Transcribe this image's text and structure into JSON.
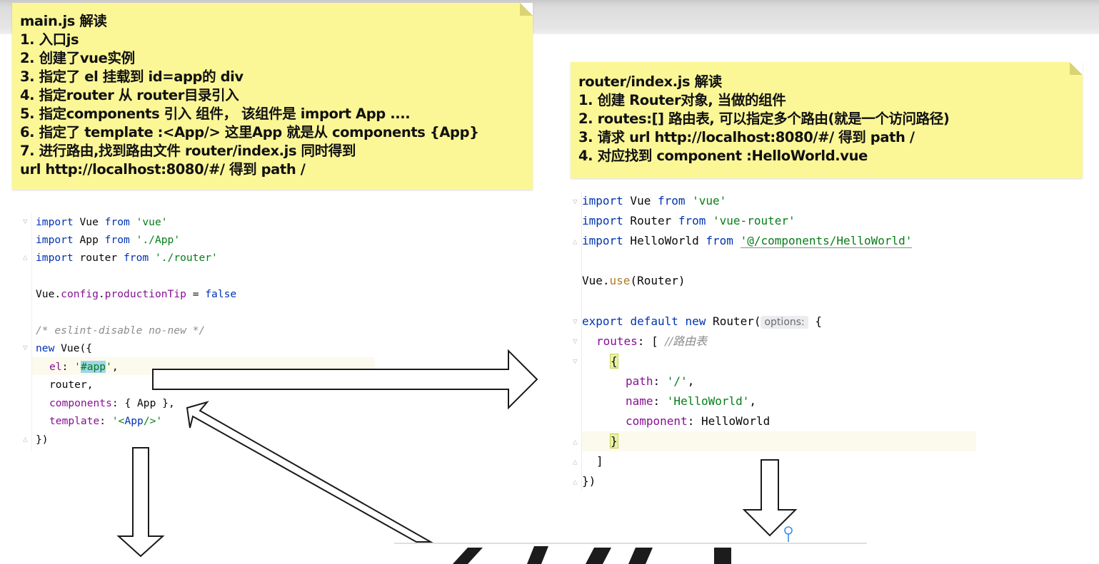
{
  "note_left": {
    "lines": [
      "main.js 解读",
      "1. 入口js",
      "2. 创建了vue实例",
      "3. 指定了 el  挂载到 id=app的 div",
      "4. 指定router  从 router目录引入",
      "5. 指定components 引入 组件， 该组件是 import  App ....",
      "6. 指定了 template :<App/> 这里App 就是从 components {App}",
      "7. 进行路由,找到路由文件  router/index.js 同时得到",
      "url http://localhost:8080/#/ 得到 path /"
    ]
  },
  "note_right": {
    "lines": [
      "router/index.js 解读",
      "1. 创建 Router对象, 当做的组件",
      "2. routes:[] 路由表, 可以指定多个路由(就是一个访问路径)",
      "3. 请求 url http://localhost:8080/#/ 得到 path /",
      "4. 对应找到 component :HelloWorld.vue"
    ]
  },
  "code_left": {
    "l1": {
      "kw": "import",
      "id": " Vue ",
      "from": "from",
      "str": " 'vue'"
    },
    "l2": {
      "kw": "import",
      "id": " App ",
      "from": "from",
      "str": " './App'"
    },
    "l3": {
      "kw": "import",
      "id": " router ",
      "from": "from",
      "str": " './router'"
    },
    "l4": {
      "a": "Vue.",
      "b": "config",
      "c": ".",
      "d": "productionTip",
      "e": " = ",
      "f": "false"
    },
    "l5": "/* eslint-disable no-new */",
    "l6": {
      "kw": "new",
      "rest": " Vue({"
    },
    "l7": {
      "prop": "el",
      "colon": ": ",
      "q1": "'",
      "hl": "#app",
      "q2": "'",
      "tail": ","
    },
    "l8": "router,",
    "l9": {
      "prop": "components",
      "rest": ": { App },"
    },
    "l10": {
      "prop": "template",
      "colon": ": ",
      "q1": "'<",
      "tag": "App",
      "q2": "/>'"
    },
    "l11": "})"
  },
  "code_right": {
    "l1": {
      "kw": "import",
      "id": " Vue ",
      "from": "from",
      "str": " 'vue'"
    },
    "l2": {
      "kw": "import",
      "id": " Router ",
      "from": "from",
      "str": " 'vue-router'"
    },
    "l3": {
      "kw": "import",
      "id": " HelloWorld ",
      "from": "from",
      "str": "'@/components/HelloWorld'"
    },
    "l4": {
      "a": "Vue.",
      "b": "use",
      "c": "(Router)"
    },
    "l5": {
      "kw1": "export",
      "sp1": " ",
      "kw2": "default",
      "sp2": " ",
      "kw3": "new",
      "rest": " Router(",
      "hint": "options:",
      "tail": " {"
    },
    "l6": {
      "prop": "routes",
      "rest": ": [ ",
      "cm": "//路由表"
    },
    "l7": "{",
    "l8": {
      "prop": "path",
      "colon": ": ",
      "str": "'/'",
      "tail": ","
    },
    "l9": {
      "prop": "name",
      "colon": ": ",
      "str": "'HelloWorld'",
      "tail": ","
    },
    "l10": {
      "prop": "component",
      "colon": ": ",
      "rest": "HelloWorld"
    },
    "l11": "}",
    "l12": "]",
    "l13": "})"
  }
}
